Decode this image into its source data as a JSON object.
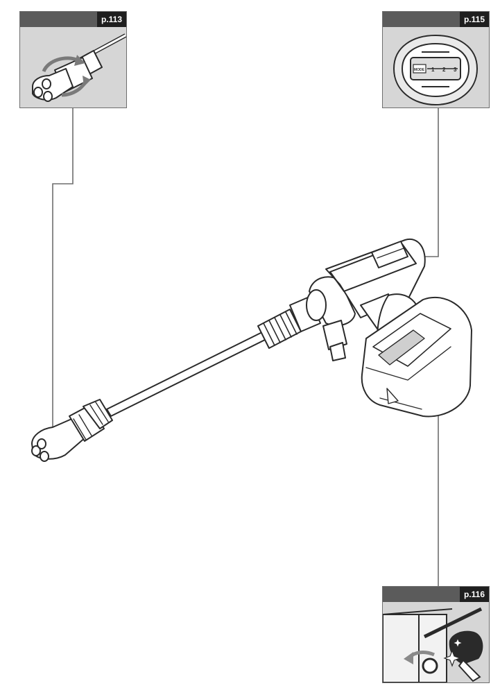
{
  "callouts": {
    "nozzle": {
      "page_ref": "p.113"
    },
    "mode_switch": {
      "page_ref": "p.115"
    },
    "maintenance": {
      "page_ref": "p.116"
    }
  },
  "mode_dial": {
    "label": "MODE",
    "positions": [
      "1",
      "2",
      "3"
    ]
  },
  "colors": {
    "panel": "#d6d6d6",
    "header": "#5b5b5b",
    "tag": "#1f1f1f",
    "leader": "#6d6d6d",
    "line_art": "#2a2a2a"
  }
}
